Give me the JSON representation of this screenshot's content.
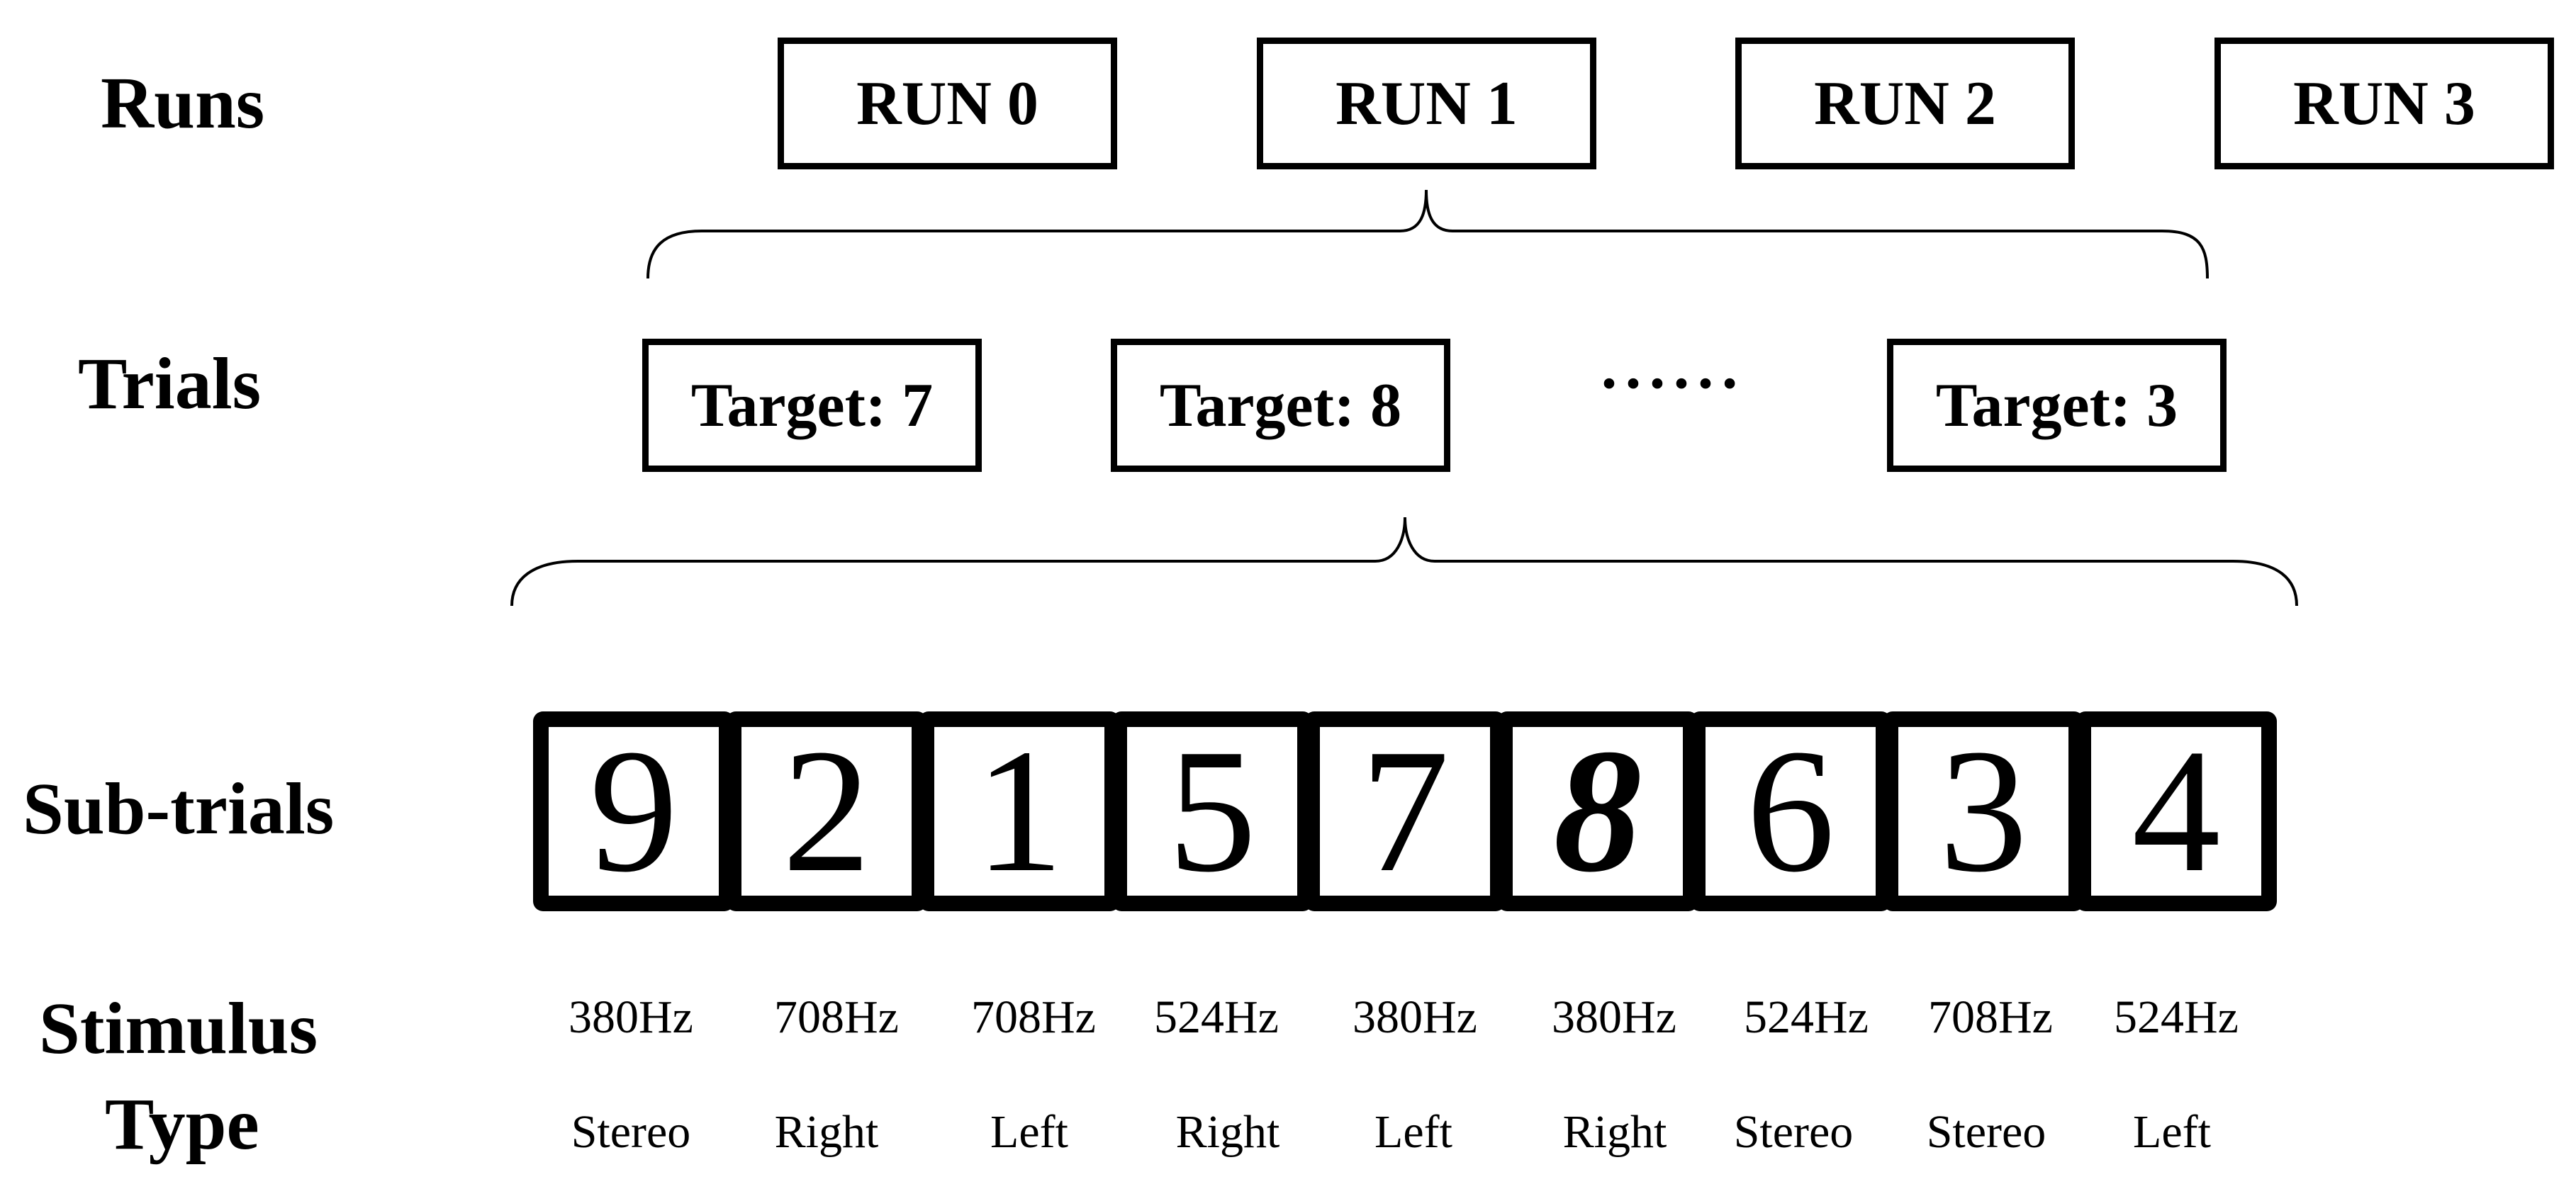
{
  "labels": {
    "runs": "Runs",
    "trials": "Trials",
    "subtrials": "Sub-trials",
    "stimulus_line1": "Stimulus",
    "stimulus_line2": "Type"
  },
  "runs": [
    "RUN 0",
    "RUN 1",
    "RUN 2",
    "RUN 3"
  ],
  "trials": [
    "Target: 7",
    "Target: 8",
    "Target: 3"
  ],
  "trials_ellipsis": "······",
  "subtrials": [
    {
      "digit": "9",
      "freq": "380Hz",
      "channel": "Stereo"
    },
    {
      "digit": "2",
      "freq": "708Hz",
      "channel": "Right"
    },
    {
      "digit": "1",
      "freq": "708Hz",
      "channel": "Left"
    },
    {
      "digit": "5",
      "freq": "524Hz",
      "channel": "Right"
    },
    {
      "digit": "7",
      "freq": "380Hz",
      "channel": "Left"
    },
    {
      "digit": "8",
      "freq": "380Hz",
      "channel": "Right",
      "target": true
    },
    {
      "digit": "6",
      "freq": "524Hz",
      "channel": "Stereo"
    },
    {
      "digit": "3",
      "freq": "708Hz",
      "channel": "Stereo"
    },
    {
      "digit": "4",
      "freq": "524Hz",
      "channel": "Left"
    }
  ]
}
